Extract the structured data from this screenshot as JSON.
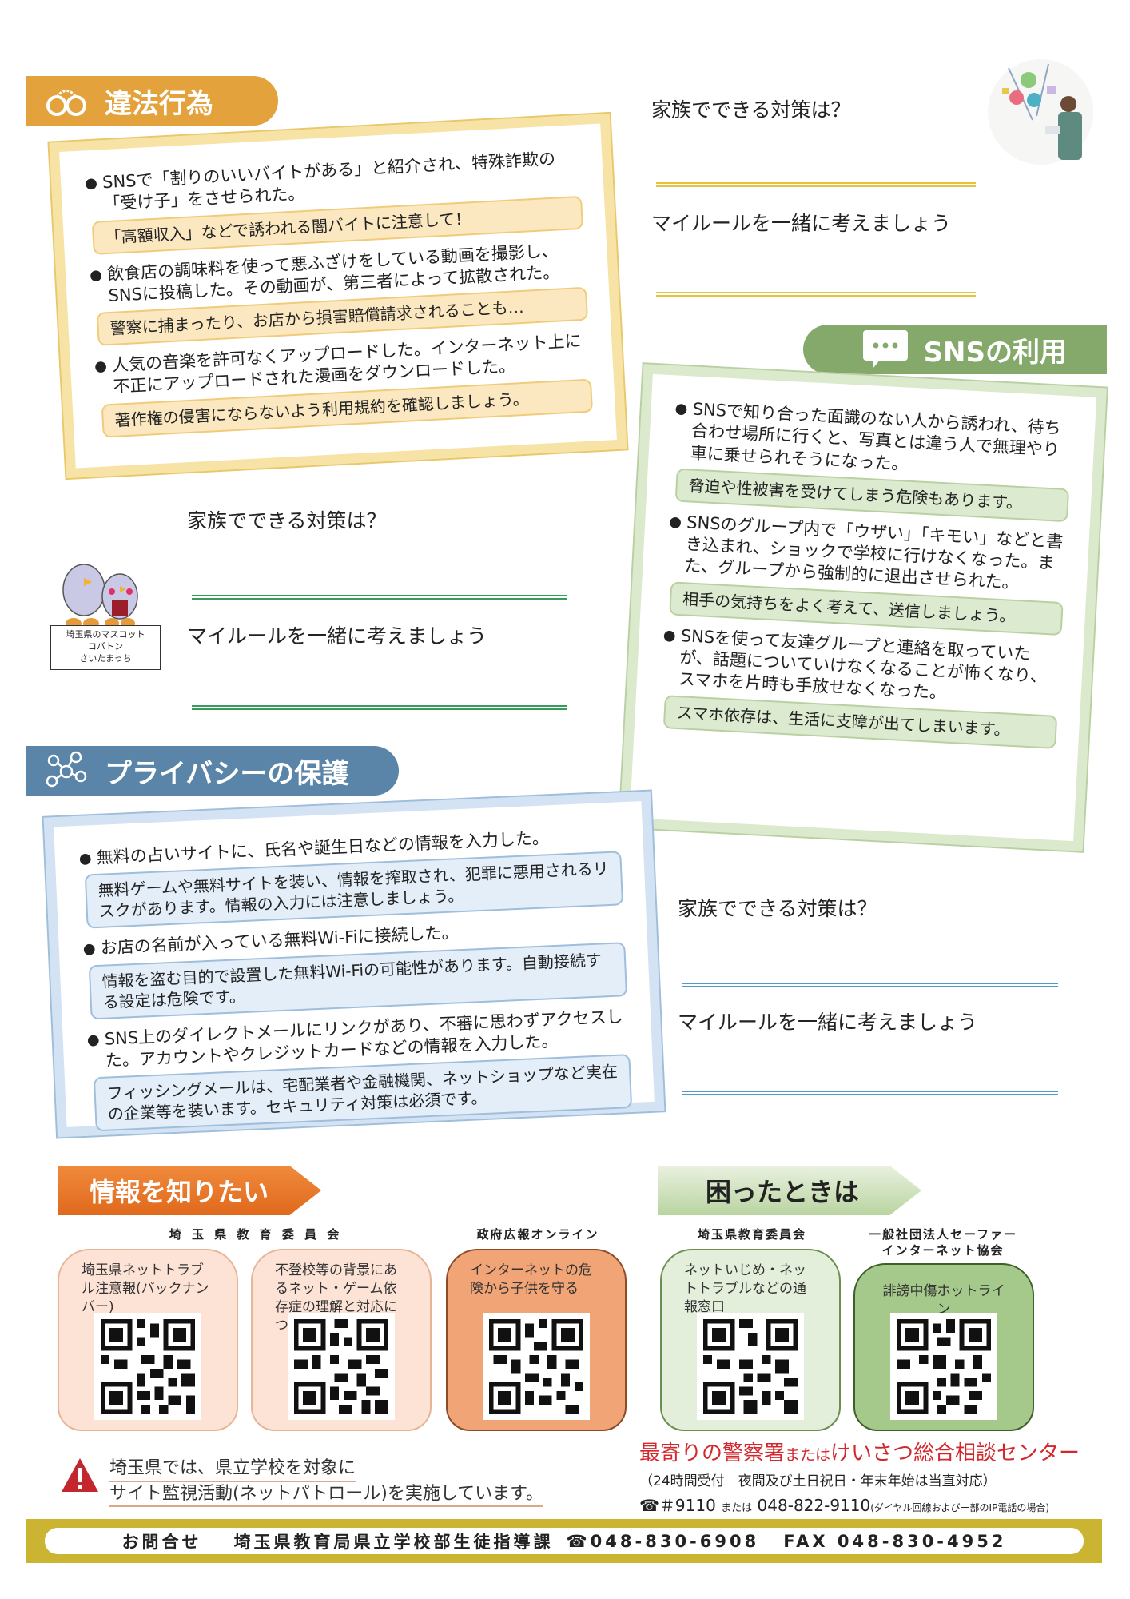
{
  "sections": {
    "illegal": {
      "title": "違法行為",
      "icon": "handcuffs-icon",
      "color": "#e3a23c",
      "items": [
        {
          "situation": "SNSで「割りのいいバイトがある」と紹介され、特殊詐欺の「受け子」をさせられた。",
          "advice": "「高額収入」などで誘われる闇バイトに注意して！"
        },
        {
          "situation": "飲食店の調味料を使って悪ふざけをしている動画を撮影し、SNSに投稿した。その動画が、第三者によって拡散された。",
          "advice": "警察に捕まったり、お店から損害賠償請求されることも…"
        },
        {
          "situation": "人気の音楽を許可なくアップロードした。インターネット上に不正にアップロードされた漫画をダウンロードした。",
          "advice": "著作権の侵害にならないよう利用規約を確認しましょう。"
        }
      ]
    },
    "sns": {
      "title": "SNSの利用",
      "icon": "chat-bubble-icon",
      "color": "#85a96b",
      "items": [
        {
          "situation": "SNSで知り合った面識のない人から誘われ、待ち合わせ場所に行くと、写真とは違う人で無理やり車に乗せられそうになった。",
          "advice": "脅迫や性被害を受けてしまう危険もあります。"
        },
        {
          "situation": "SNSのグループ内で「ウザい」「キモい」などと書き込まれ、ショックで学校に行けなくなった。また、グループから強制的に退出させられた。",
          "advice": "相手の気持ちをよく考えて、送信しましょう。"
        },
        {
          "situation": "SNSを使って友達グループと連絡を取っていたが、話題についていけなくなることが怖くなり、スマホを片時も手放せなくなった。",
          "advice": "スマホ依存は、生活に支障が出てしまいます。"
        }
      ]
    },
    "privacy": {
      "title": "プライバシーの保護",
      "icon": "network-people-icon",
      "color": "#5a84a8",
      "items": [
        {
          "situation": "無料の占いサイトに、氏名や誕生日などの情報を入力した。",
          "advice": "無料ゲームや無料サイトを装い、情報を搾取され、犯罪に悪用されるリスクがあります。情報の入力には注意しましょう。"
        },
        {
          "situation": "お店の名前が入っている無料Wi-Fiに接続した。",
          "advice": "情報を盗む目的で設置した無料Wi-Fiの可能性があります。自動接続する設定は危険です。"
        },
        {
          "situation": "SNS上のダイレクトメールにリンクがあり、不審に思わずアクセスした。アカウントやクレジットカードなどの情報を入力した。",
          "advice": "フィッシングメールは、宅配業者や金融機関、ネットショップなど実在の企業等を装います。セキュリティ対策は必須です。"
        }
      ]
    }
  },
  "family": {
    "question": "家族でできる対策は？",
    "myrule": "マイルールを一緒に考えましょう"
  },
  "mascot": {
    "line1": "埼玉県のマスコット",
    "line2": "コバトン",
    "line3": "さいたまっち"
  },
  "info": {
    "header": "情報を知りたい",
    "org1": "埼 玉 県 教 育 委 員 会",
    "org2": "政府広報オンライン",
    "cards": [
      {
        "title": "埼玉県ネットトラブル注意報(バックナンバー)"
      },
      {
        "title": "不登校等の背景にあるネット・ゲーム依存症の理解と対応について"
      },
      {
        "title": "インターネットの危険から子供を守る"
      }
    ]
  },
  "help": {
    "header": "困ったときは",
    "org1": "埼玉県教育委員会",
    "org2_line1": "一般社団法人セーファー",
    "org2_line2": "インターネット協会",
    "cards": [
      {
        "title": "ネットいじめ・ネットトラブルなどの通報窓口"
      },
      {
        "title": "誹謗中傷ホットライン"
      }
    ]
  },
  "warning": {
    "line1": "埼玉県では、県立学校を対象に",
    "line2": "サイト監視活動(ネットパトロール)を実施しています。"
  },
  "police": {
    "title_a": "最寄りの警察署",
    "title_or": "または",
    "title_b": "けいさつ総合相談センター",
    "hours": "（24時間受付　夜間及び土日祝日・年末年始は当直対応）",
    "short_number": "☎＃9110",
    "or": "または",
    "number": "048-822-9110",
    "note": "(ダイヤル回線および一部のIP電話の場合)"
  },
  "footer": {
    "label": "お問合せ",
    "department": "埼玉県教育局県立学校部生徒指導課",
    "tel": "☎048-830-6908",
    "fax": "FAX 048-830-4952"
  }
}
